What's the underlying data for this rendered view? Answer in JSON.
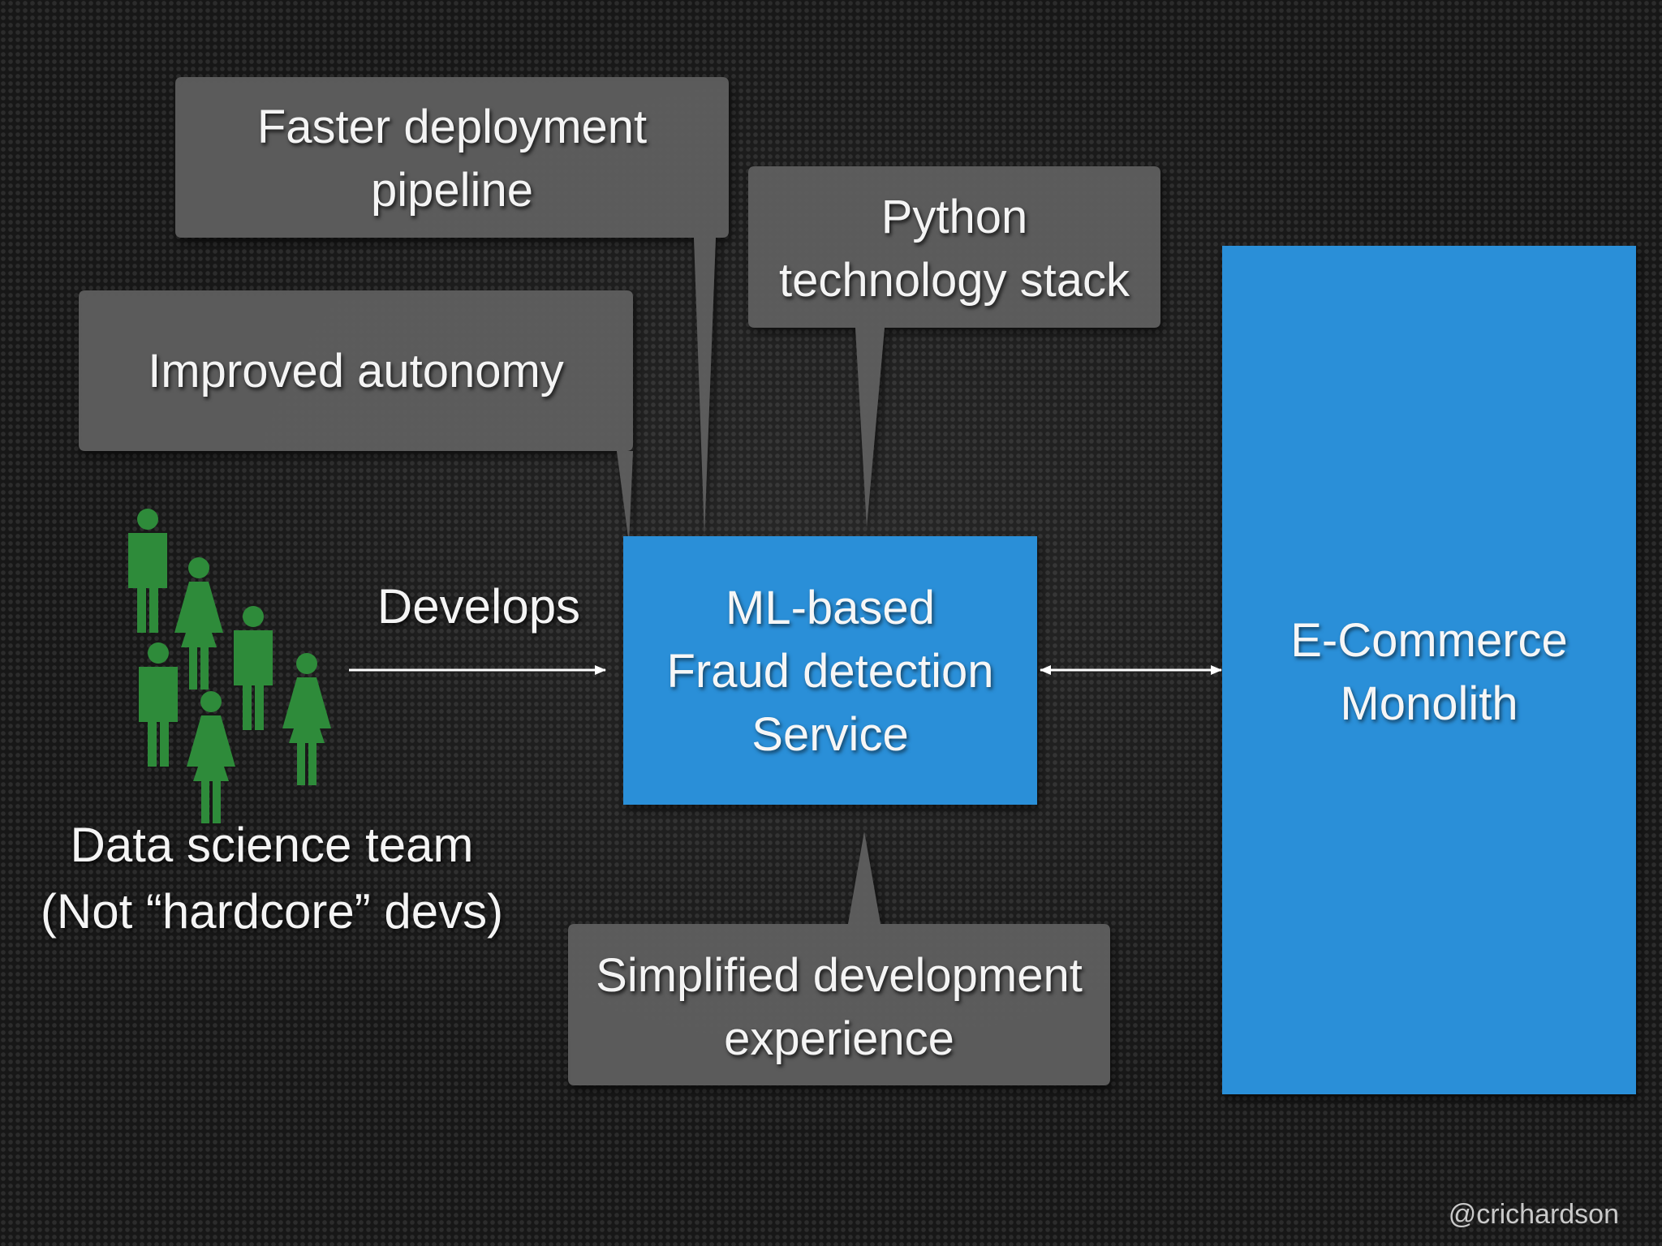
{
  "callouts": {
    "faster_deployment": [
      "Faster deployment",
      "pipeline"
    ],
    "python_stack": [
      "Python",
      "technology stack"
    ],
    "improved_autonomy": [
      "Improved autonomy"
    ],
    "simplified_dev": [
      "Simplified development",
      "experience"
    ]
  },
  "team": {
    "label": [
      "Data science team",
      "(Not “hardcore” devs)"
    ]
  },
  "edge_develops": "Develops",
  "service": [
    "ML-based",
    "Fraud detection",
    "Service"
  ],
  "monolith": [
    "E-Commerce",
    "Monolith"
  ],
  "credit": "@crichardson",
  "colors": {
    "callout": "#5d5d5d",
    "service": "#2b8fd8",
    "monolith": "#2b8fd8",
    "people": "#2e8b3a",
    "arrow": "#ffffff"
  }
}
